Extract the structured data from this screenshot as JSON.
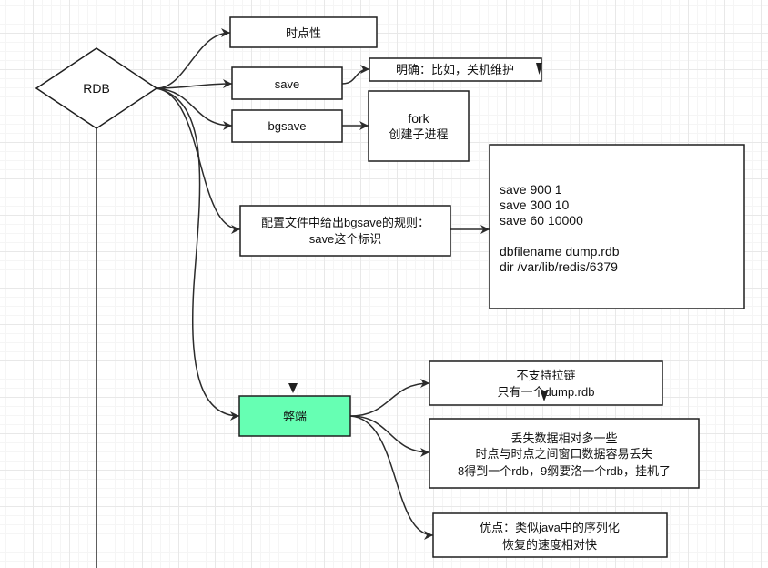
{
  "diagram": {
    "root": {
      "label": "RDB"
    },
    "nodes": {
      "timepoint": {
        "lines": [
          "时点性"
        ]
      },
      "save": {
        "lines": [
          "save"
        ]
      },
      "save_note": {
        "lines": [
          "明确：比如，关机维护"
        ]
      },
      "bgsave": {
        "lines": [
          "bgsave"
        ]
      },
      "fork": {
        "lines": [
          "fork",
          "创建子进程"
        ]
      },
      "config_rule": {
        "lines": [
          "配置文件中给出bgsave的规则：",
          "save这个标识"
        ]
      },
      "config_file": {
        "lines": [
          "save 900 1",
          "save 300 10",
          "save 60 10000",
          "dbfilename dump.rdb",
          "dir /var/lib/redis/6379"
        ]
      },
      "drawbacks": {
        "lines": [
          "弊端"
        ],
        "fill": "#66ffb3"
      },
      "no_zipper": {
        "lines": [
          "不支持拉链",
          "只有一个dump.rdb"
        ]
      },
      "data_loss": {
        "lines": [
          "丢失数据相对多一些",
          "时点与时点之间窗口数据容易丢失",
          "8得到一个rdb，9纲要洛一个rdb，挂机了"
        ]
      },
      "advantages": {
        "lines": [
          "优点：类似java中的序列化",
          "恢复的速度相对快"
        ]
      }
    },
    "colors": {
      "stroke": "#1f1f1f",
      "edge": "#2b2b2b",
      "canvas": "#ffffff",
      "highlight_fill": "#66ffb3"
    }
  }
}
